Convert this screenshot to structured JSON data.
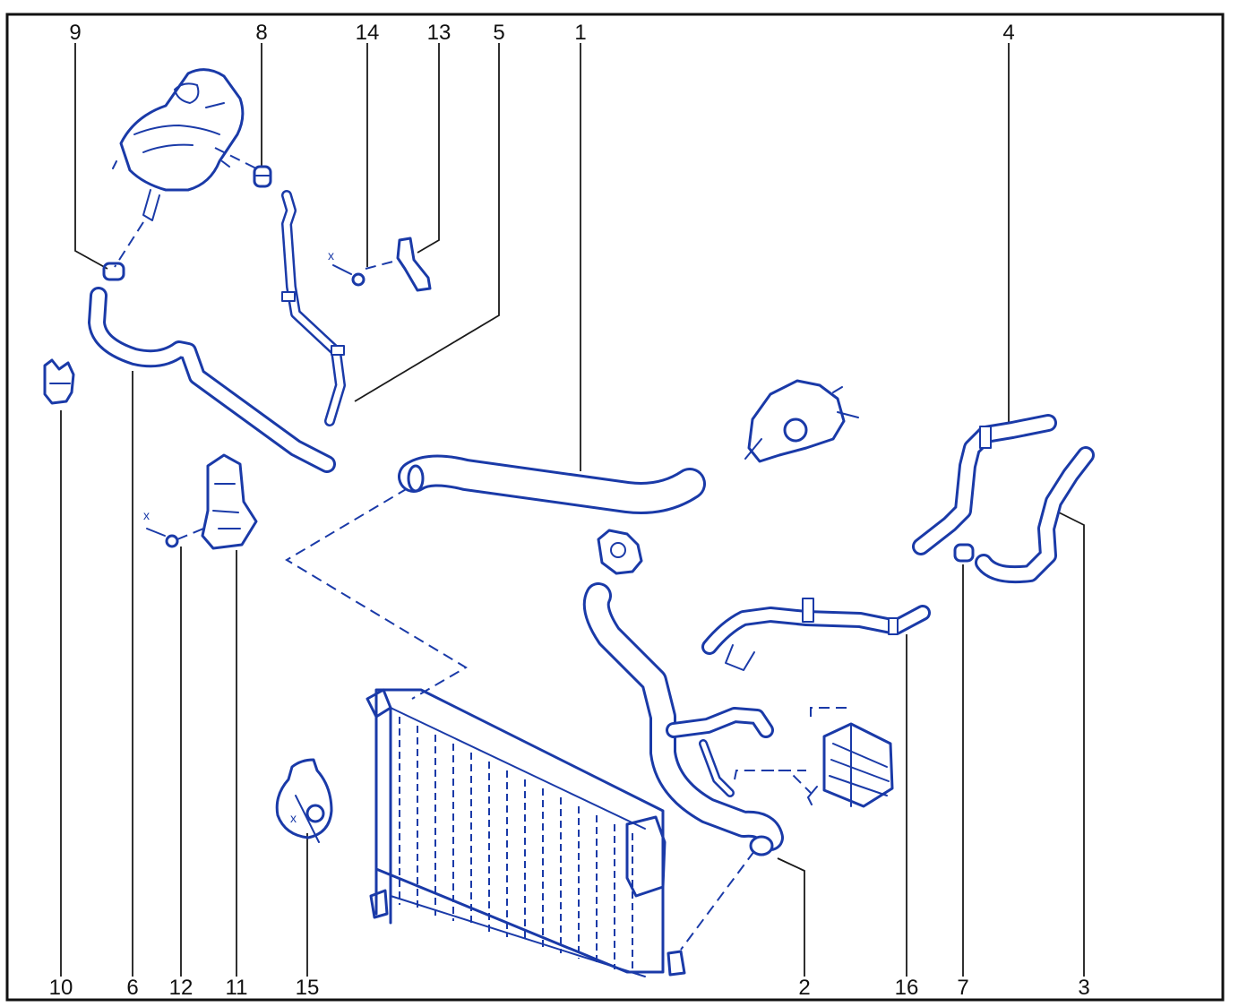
{
  "callouts": {
    "c1": "1",
    "c2": "2",
    "c3": "3",
    "c4": "4",
    "c5": "5",
    "c6": "6",
    "c7": "7",
    "c8": "8",
    "c9": "9",
    "c10": "10",
    "c11": "11",
    "c12": "12",
    "c13": "13",
    "c14": "14",
    "c15": "15",
    "c16": "16"
  },
  "marks": {
    "x_a": "x",
    "x_b": "x",
    "x_c": "x"
  },
  "colors": {
    "line_art": "#1a3aa8",
    "frame": "#111111",
    "background": "#ffffff"
  }
}
